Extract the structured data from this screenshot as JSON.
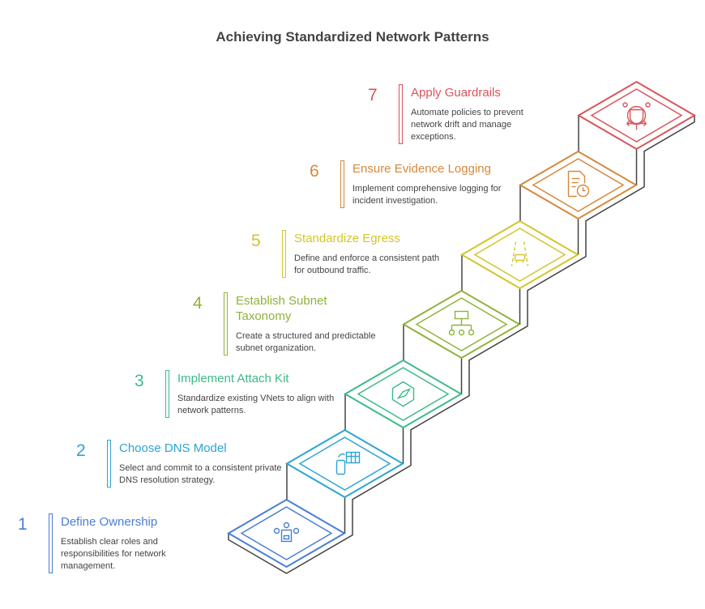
{
  "title": "Achieving Standardized Network Patterns",
  "steps": [
    {
      "number": "1",
      "title": "Define Ownership",
      "body": "Establish clear roles and responsibilities for network management.",
      "color": "#4a7ed6",
      "icon": "meeting-table-icon"
    },
    {
      "number": "2",
      "title": "Choose DNS Model",
      "body": "Select and commit to a consistent private DNS resolution strategy.",
      "color": "#2aa5d2",
      "icon": "device-table-sync-icon"
    },
    {
      "number": "3",
      "title": "Implement Attach Kit",
      "body": "Standardize existing VNets to align with network patterns.",
      "color": "#3dbb88",
      "icon": "hexagon-link-icon"
    },
    {
      "number": "4",
      "title": "Establish Subnet Taxonomy",
      "body": "Create a structured and predictable subnet organization.",
      "color": "#8fb33a",
      "icon": "hierarchy-icon"
    },
    {
      "number": "5",
      "title": "Standardize Egress",
      "body": "Define and enforce a consistent path for outbound traffic.",
      "color": "#d3c52a",
      "icon": "car-road-icon"
    },
    {
      "number": "6",
      "title": "Ensure Evidence Logging",
      "body": "Implement comprehensive logging for incident investigation.",
      "color": "#d6883a",
      "icon": "document-clock-icon"
    },
    {
      "number": "7",
      "title": "Apply Guardrails",
      "body": "Automate policies to prevent network drift and manage exceptions.",
      "color": "#d9545b",
      "icon": "shield-arrows-icon"
    }
  ]
}
